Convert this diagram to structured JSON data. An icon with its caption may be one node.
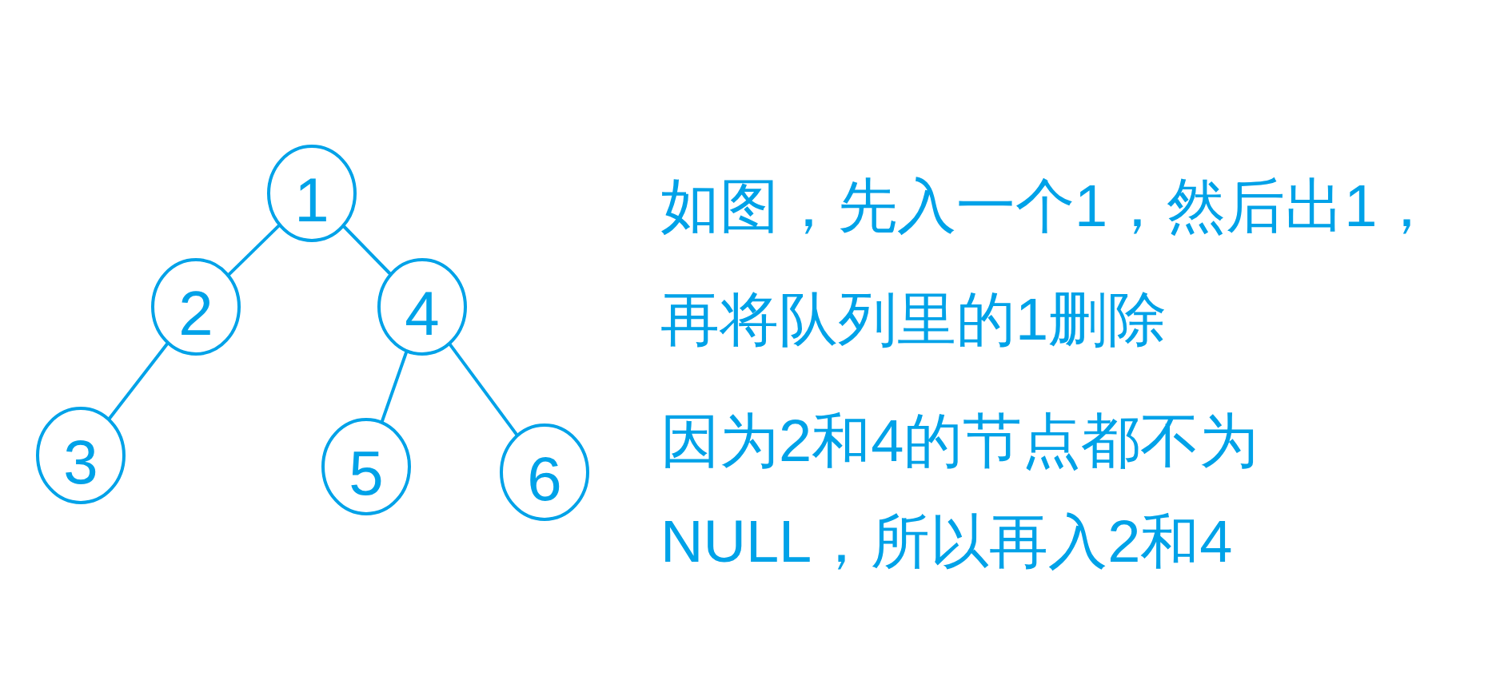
{
  "diagram": {
    "nodes": [
      {
        "text": [
          "1"
        ]
      },
      {
        "text": [
          "2"
        ]
      },
      {
        "text": [
          "4"
        ]
      },
      {
        "text": [
          "3"
        ]
      },
      {
        "text": [
          "5"
        ]
      },
      {
        "text": [
          "6"
        ]
      }
    ],
    "edges": [
      {
        "from": 0,
        "to": 1,
        "arrow": "none"
      },
      {
        "from": 0,
        "to": 2,
        "arrow": "none"
      },
      {
        "from": 1,
        "to": 3,
        "arrow": "none"
      },
      {
        "from": 2,
        "to": 4,
        "arrow": "none"
      },
      {
        "from": 2,
        "to": 5,
        "arrow": "none"
      }
    ],
    "labels": [
      "如图，先入一个1，然后出1，再将队列里的1删除",
      "因为2和4的节点都不为NULL，所以再入2和4"
    ]
  }
}
